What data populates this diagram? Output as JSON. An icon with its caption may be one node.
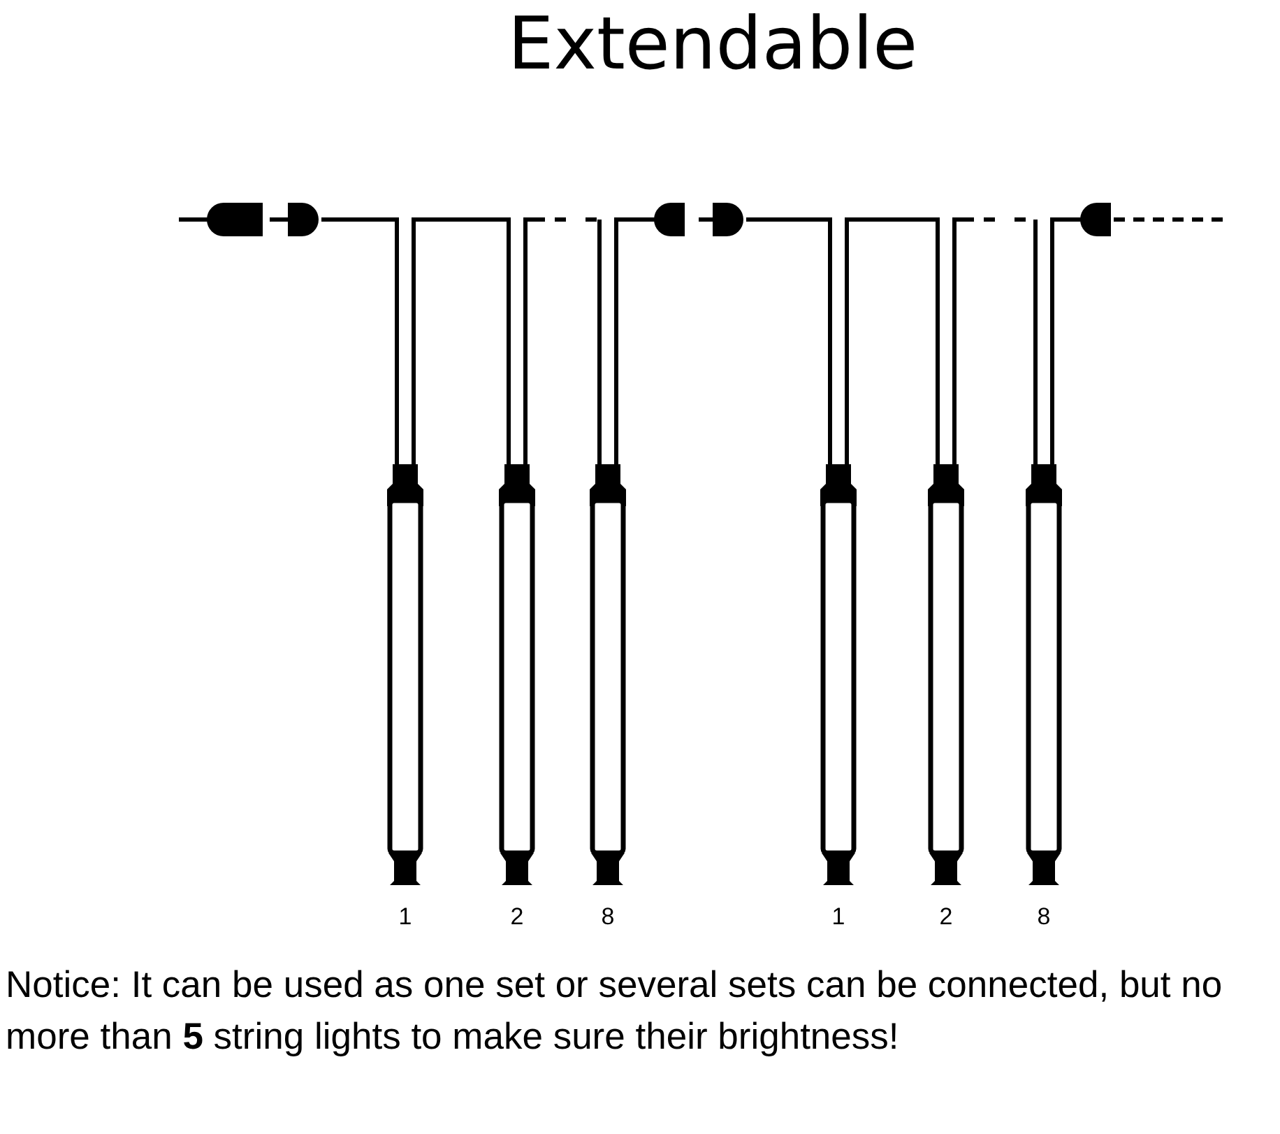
{
  "diagram": {
    "title": "Extendable",
    "labels": [
      "1",
      "2",
      "8",
      "1",
      "2",
      "8",
      "Notice: It can be used as one set or several sets can be connected, but no more than **5** string lights to make sure their brightness!"
    ]
  }
}
